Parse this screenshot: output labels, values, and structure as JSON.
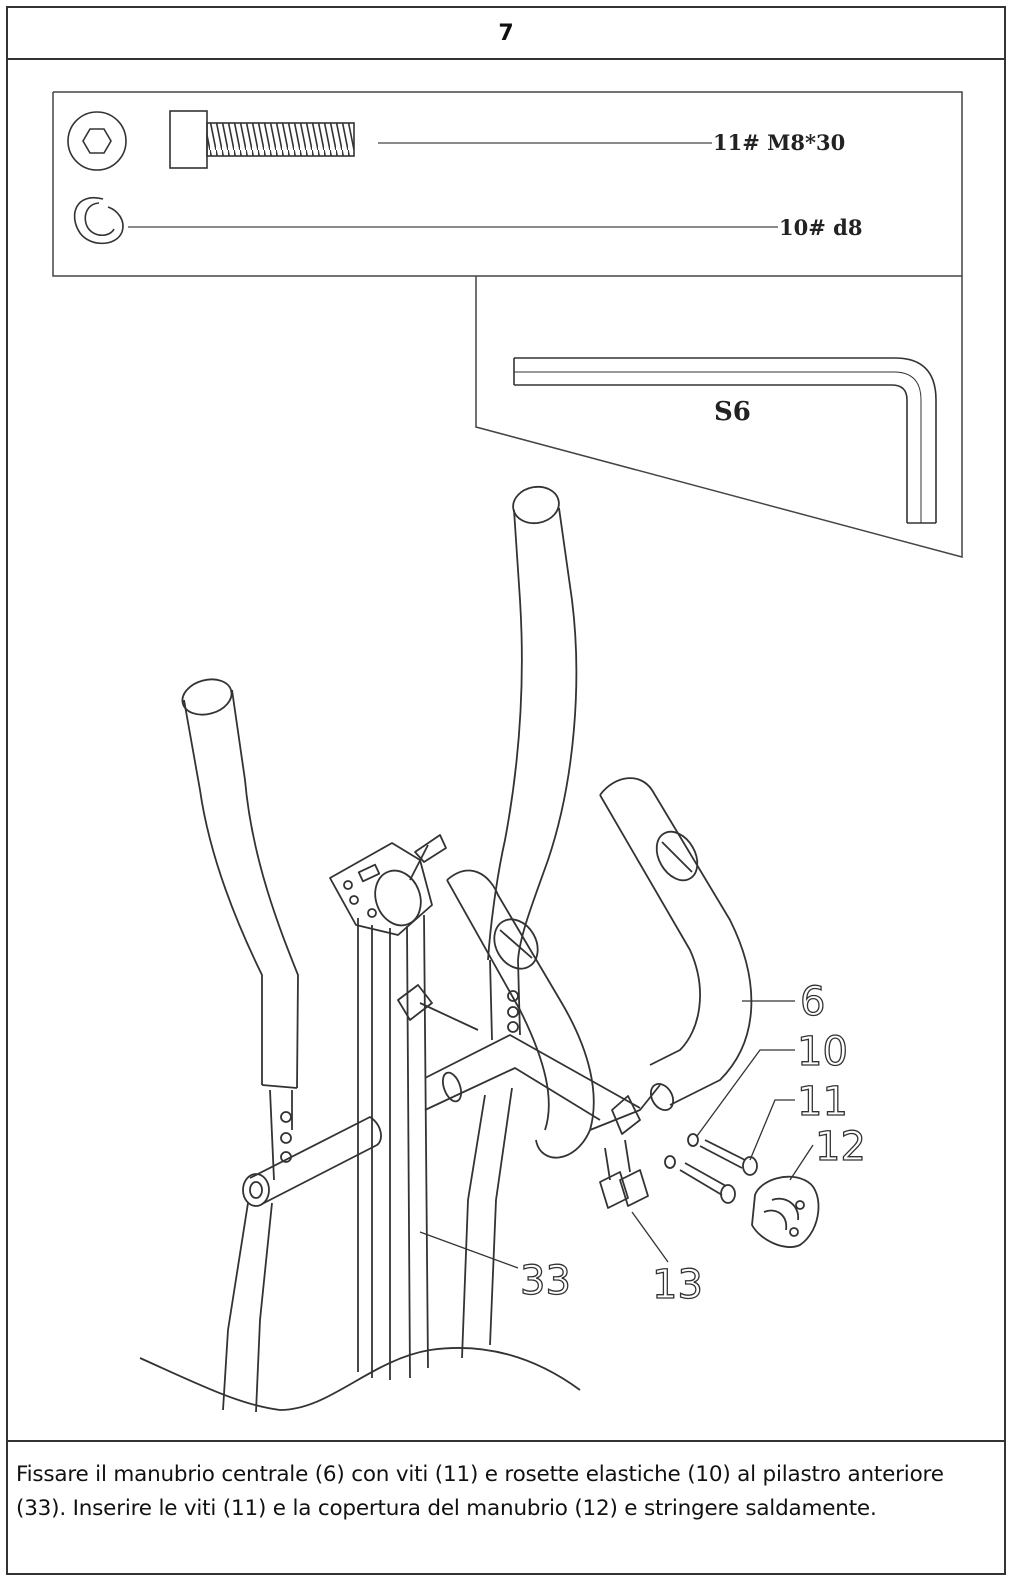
{
  "step": {
    "number": "7"
  },
  "hardware": {
    "bolt": {
      "label": "11#  M8*30",
      "icon": "hex-bolt-icon"
    },
    "washer": {
      "label": "10# d8",
      "icon": "spring-washer-icon"
    },
    "tool": {
      "label": "S6",
      "icon": "allen-key-icon"
    }
  },
  "callouts": {
    "handlebar": "6",
    "washer": "10",
    "bolt": "11",
    "cover": "12",
    "part13": "13",
    "pillar": "33"
  },
  "instructions": {
    "line1": "Fissare il manubrio centrale (6) con viti (11) e rosette elastiche (10) al pilastro anteriore",
    "line2": "(33). Inserire le viti (11) e la copertura del manubrio (12) e stringere saldamente."
  }
}
